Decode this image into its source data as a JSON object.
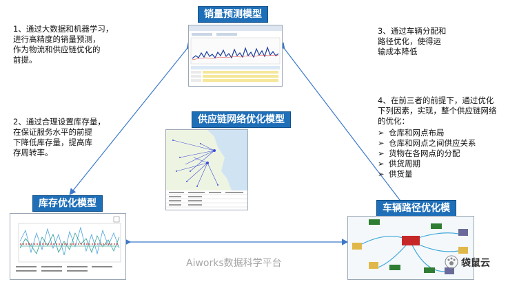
{
  "titles": {
    "sales": "销量预测模型",
    "network": "供应链网络优化模型",
    "inventory": "库存优化模型",
    "routing": "车辆路径优化模"
  },
  "texts": {
    "p1": [
      "1、通过大数据和机器学习，",
      "进行高精度的销量预测，",
      "作为物流和供应链优化的",
      "前提。"
    ],
    "p2": [
      "2、通过合理设置库存量，",
      "在保证服务水平的前提",
      "下降低库存量，提高库",
      "存周转率。"
    ],
    "p3": [
      "3、通过车辆分配和",
      "路径优化，使得运",
      "输成本降低"
    ],
    "p4": [
      "4、在前三者的前提下，通过优化",
      "下列因素，实现，整个供应链网络",
      "的优化："
    ],
    "bullets": [
      "仓库和网点布局",
      "仓库和网点之间供应关系",
      "货物在各网点的分配",
      "供货周期",
      "供货量"
    ],
    "bullet_mark": "➢"
  },
  "watermark": "Aiworks数据科学平台",
  "brand": "袋鼠云",
  "colors": {
    "title_bg": "#1f6fb8",
    "arrow": "#3b78c8",
    "route_truck": "#2e7d32",
    "center_node": "#c62828"
  },
  "icons": {
    "brand_logo": "paw-icon",
    "bullet": "arrow-bullet-icon"
  }
}
